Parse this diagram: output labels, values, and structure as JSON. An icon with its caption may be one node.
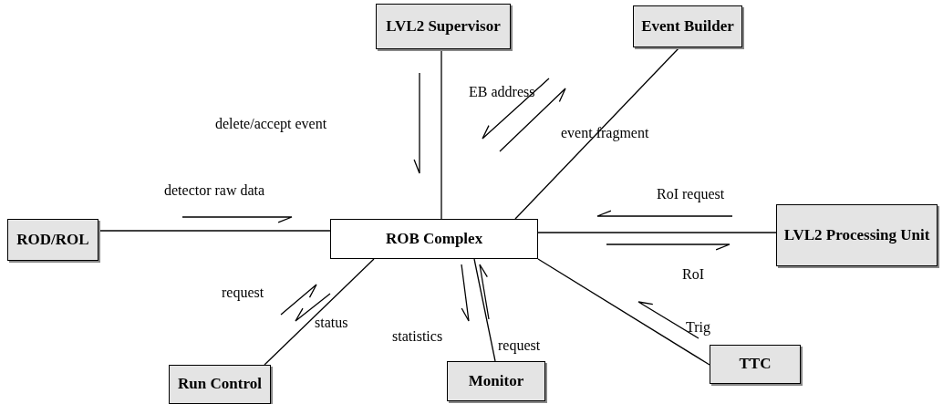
{
  "diagram": {
    "nodes": [
      {
        "text": [
          "LVL2 Supervisor"
        ]
      },
      {
        "text": [
          "Event Builder"
        ]
      },
      {
        "text": [
          "ROD/ROL"
        ]
      },
      {
        "text": [
          "ROB Complex"
        ]
      },
      {
        "text": [
          "LVL2 Processing Unit"
        ]
      },
      {
        "text": [
          "Run Control"
        ]
      },
      {
        "text": [
          "Monitor"
        ]
      },
      {
        "text": [
          "TTC"
        ]
      }
    ],
    "edges": [
      {
        "from": 0,
        "to": 3,
        "arrow": "none"
      },
      {
        "from": 1,
        "to": 3,
        "arrow": "none"
      },
      {
        "from": 2,
        "to": 3,
        "arrow": "none"
      },
      {
        "from": 4,
        "to": 3,
        "arrow": "none"
      },
      {
        "from": 5,
        "to": 3,
        "arrow": "none"
      },
      {
        "from": 6,
        "to": 3,
        "arrow": "none"
      },
      {
        "from": 7,
        "to": 3,
        "arrow": "none"
      }
    ],
    "labels": [
      "EB address",
      "delete/accept event",
      "event fragment",
      "detector raw data",
      "RoI request",
      "request",
      "status",
      "RoI",
      "statistics",
      "request",
      "Trig"
    ]
  }
}
